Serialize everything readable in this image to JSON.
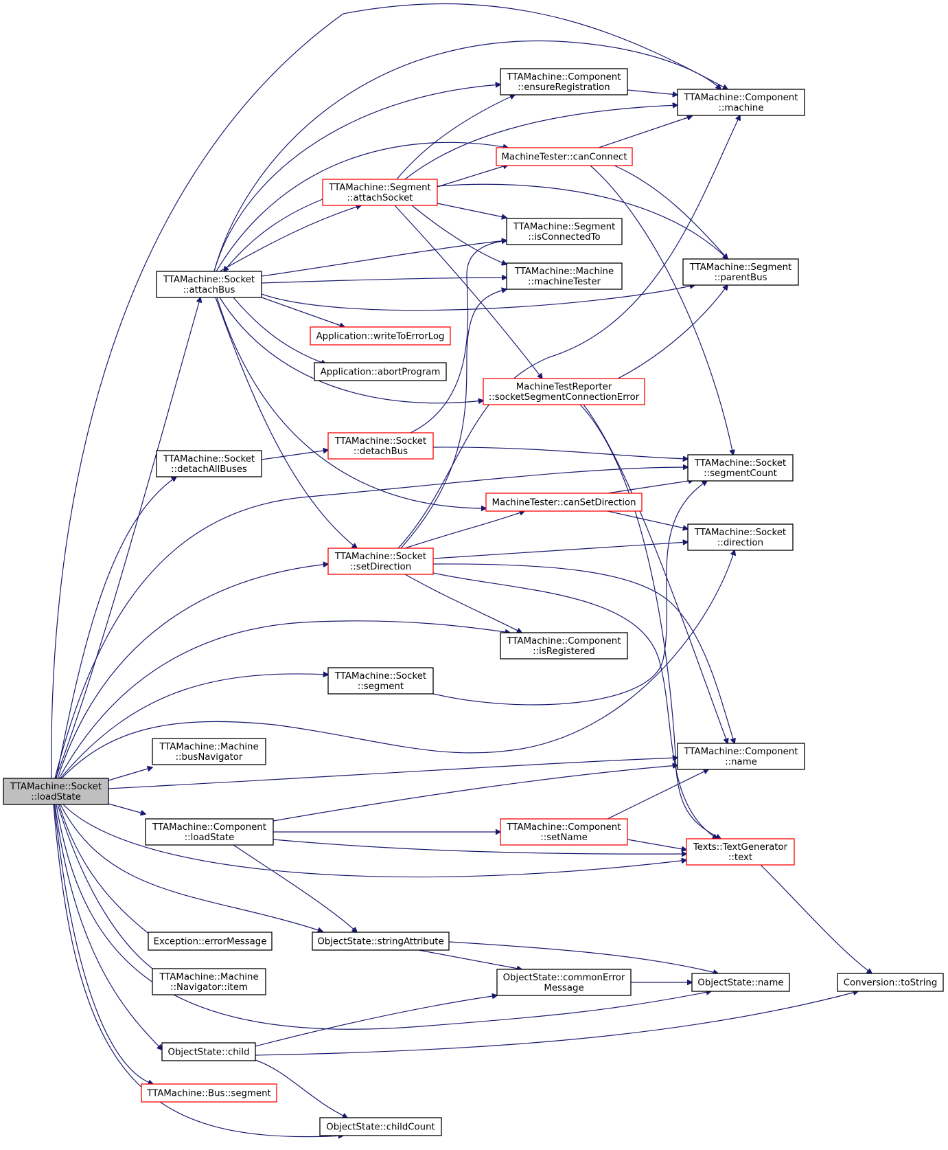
{
  "colors": {
    "edge": "#191970",
    "box_default": "#000000",
    "box_truncated": "#ff0000",
    "box_focus_fill": "#bfbfbf",
    "background": "#ffffff"
  },
  "nodes": {
    "loadState_socket": {
      "lines": [
        "TTAMachine::Socket",
        "::loadState"
      ],
      "style": "focus"
    },
    "attachBus": {
      "lines": [
        "TTAMachine::Socket",
        "::attachBus"
      ],
      "style": "normal"
    },
    "detachAllBuses": {
      "lines": [
        "TTAMachine::Socket",
        "::detachAllBuses"
      ],
      "style": "normal"
    },
    "busNavigator": {
      "lines": [
        "TTAMachine::Machine",
        "::busNavigator"
      ],
      "style": "normal"
    },
    "loadState_component": {
      "lines": [
        "TTAMachine::Component",
        "::loadState"
      ],
      "style": "normal"
    },
    "errorMessage": {
      "lines": [
        "Exception::errorMessage"
      ],
      "style": "normal"
    },
    "navigatorItem": {
      "lines": [
        "TTAMachine::Machine",
        "::Navigator::item"
      ],
      "style": "normal"
    },
    "child": {
      "lines": [
        "ObjectState::child"
      ],
      "style": "normal"
    },
    "busSegment": {
      "lines": [
        "TTAMachine::Bus::segment"
      ],
      "style": "truncated"
    },
    "attachSocket": {
      "lines": [
        "TTAMachine::Segment",
        "::attachSocket"
      ],
      "style": "truncated"
    },
    "writeToErrorLog": {
      "lines": [
        "Application::writeToErrorLog"
      ],
      "style": "truncated"
    },
    "abortProgram": {
      "lines": [
        "Application::abortProgram"
      ],
      "style": "normal"
    },
    "detachBus": {
      "lines": [
        "TTAMachine::Socket",
        "::detachBus"
      ],
      "style": "truncated"
    },
    "setDirection": {
      "lines": [
        "TTAMachine::Socket",
        "::setDirection"
      ],
      "style": "truncated"
    },
    "socketSegmentTop": {
      "lines": [
        "TTAMachine::Socket",
        "::segment"
      ],
      "style": "normal"
    },
    "stringAttribute": {
      "lines": [
        "ObjectState::stringAttribute"
      ],
      "style": "normal"
    },
    "childCount": {
      "lines": [
        "ObjectState::childCount"
      ],
      "style": "normal"
    },
    "ensureRegistration": {
      "lines": [
        "TTAMachine::Component",
        "::ensureRegistration"
      ],
      "style": "normal"
    },
    "canConnect": {
      "lines": [
        "MachineTester::canConnect"
      ],
      "style": "truncated"
    },
    "isConnectedTo": {
      "lines": [
        "TTAMachine::Segment",
        "::isConnectedTo"
      ],
      "style": "normal"
    },
    "machineTester": {
      "lines": [
        "TTAMachine::Machine",
        "::machineTester"
      ],
      "style": "normal"
    },
    "socketSegmentConnectionError": {
      "lines": [
        "MachineTestReporter",
        "::socketSegmentConnectionError"
      ],
      "style": "truncated"
    },
    "canSetDirection": {
      "lines": [
        "MachineTester::canSetDirection"
      ],
      "style": "truncated"
    },
    "isRegistered": {
      "lines": [
        "TTAMachine::Component",
        "::isRegistered"
      ],
      "style": "normal"
    },
    "setName": {
      "lines": [
        "TTAMachine::Component",
        "::setName"
      ],
      "style": "truncated"
    },
    "commonErrorMessage": {
      "lines": [
        "ObjectState::commonError",
        "Message"
      ],
      "style": "normal"
    },
    "componentMachine": {
      "lines": [
        "TTAMachine::Component",
        "::machine"
      ],
      "style": "normal"
    },
    "parentBus": {
      "lines": [
        "TTAMachine::Segment",
        "::parentBus"
      ],
      "style": "normal"
    },
    "segmentCount": {
      "lines": [
        "TTAMachine::Socket",
        "::segmentCount"
      ],
      "style": "normal"
    },
    "direction": {
      "lines": [
        "TTAMachine::Socket",
        "::direction"
      ],
      "style": "normal"
    },
    "componentName": {
      "lines": [
        "TTAMachine::Component",
        "::name"
      ],
      "style": "normal"
    },
    "textGenerator": {
      "lines": [
        "Texts::TextGenerator",
        "::text"
      ],
      "style": "truncated"
    },
    "objectStateName": {
      "lines": [
        "ObjectState::name"
      ],
      "style": "normal"
    },
    "toString": {
      "lines": [
        "Conversion::toString"
      ],
      "style": "normal"
    }
  },
  "edges": [
    [
      "loadState_socket",
      "attachBus"
    ],
    [
      "loadState_socket",
      "detachAllBuses"
    ],
    [
      "loadState_socket",
      "setDirection"
    ],
    [
      "loadState_socket",
      "isRegistered"
    ],
    [
      "loadState_socket",
      "socketSegmentTop"
    ],
    [
      "loadState_socket",
      "direction"
    ],
    [
      "loadState_socket",
      "segmentCount"
    ],
    [
      "loadState_socket",
      "componentMachine"
    ],
    [
      "loadState_socket",
      "busNavigator"
    ],
    [
      "loadState_socket",
      "componentName"
    ],
    [
      "loadState_socket",
      "loadState_component"
    ],
    [
      "loadState_socket",
      "textGenerator"
    ],
    [
      "loadState_socket",
      "stringAttribute"
    ],
    [
      "loadState_socket",
      "errorMessage"
    ],
    [
      "loadState_socket",
      "navigatorItem"
    ],
    [
      "loadState_socket",
      "objectStateName"
    ],
    [
      "loadState_socket",
      "child"
    ],
    [
      "loadState_socket",
      "busSegment"
    ],
    [
      "loadState_socket",
      "childCount"
    ],
    [
      "attachBus",
      "componentMachine"
    ],
    [
      "attachBus",
      "ensureRegistration"
    ],
    [
      "attachBus",
      "canConnect"
    ],
    [
      "attachBus",
      "attachSocket"
    ],
    [
      "attachBus",
      "isConnectedTo"
    ],
    [
      "attachBus",
      "machineTester"
    ],
    [
      "attachBus",
      "parentBus"
    ],
    [
      "attachBus",
      "writeToErrorLog"
    ],
    [
      "attachBus",
      "abortProgram"
    ],
    [
      "attachBus",
      "socketSegmentConnectionError"
    ],
    [
      "attachBus",
      "canSetDirection"
    ],
    [
      "attachBus",
      "setDirection"
    ],
    [
      "attachSocket",
      "attachBus"
    ],
    [
      "attachSocket",
      "ensureRegistration"
    ],
    [
      "attachSocket",
      "componentMachine"
    ],
    [
      "attachSocket",
      "canConnect"
    ],
    [
      "attachSocket",
      "isConnectedTo"
    ],
    [
      "attachSocket",
      "machineTester"
    ],
    [
      "attachSocket",
      "parentBus"
    ],
    [
      "attachSocket",
      "socketSegmentConnectionError"
    ],
    [
      "ensureRegistration",
      "componentMachine"
    ],
    [
      "canConnect",
      "componentMachine"
    ],
    [
      "canConnect",
      "parentBus"
    ],
    [
      "canConnect",
      "segmentCount"
    ],
    [
      "socketSegmentConnectionError",
      "parentBus"
    ],
    [
      "socketSegmentConnectionError",
      "componentName"
    ],
    [
      "socketSegmentConnectionError",
      "textGenerator"
    ],
    [
      "detachAllBuses",
      "detachBus"
    ],
    [
      "detachBus",
      "segmentCount"
    ],
    [
      "detachBus",
      "isConnectedTo"
    ],
    [
      "setDirection",
      "componentMachine"
    ],
    [
      "setDirection",
      "machineTester"
    ],
    [
      "setDirection",
      "canSetDirection"
    ],
    [
      "setDirection",
      "direction"
    ],
    [
      "setDirection",
      "isRegistered"
    ],
    [
      "setDirection",
      "componentName"
    ],
    [
      "setDirection",
      "textGenerator"
    ],
    [
      "canSetDirection",
      "segmentCount"
    ],
    [
      "canSetDirection",
      "direction"
    ],
    [
      "socketSegmentTop",
      "segmentCount"
    ],
    [
      "loadState_component",
      "componentName"
    ],
    [
      "loadState_component",
      "setName"
    ],
    [
      "loadState_component",
      "textGenerator"
    ],
    [
      "loadState_component",
      "stringAttribute"
    ],
    [
      "setName",
      "componentName"
    ],
    [
      "setName",
      "textGenerator"
    ],
    [
      "textGenerator",
      "toString"
    ],
    [
      "stringAttribute",
      "commonErrorMessage"
    ],
    [
      "stringAttribute",
      "objectStateName"
    ],
    [
      "commonErrorMessage",
      "objectStateName"
    ],
    [
      "child",
      "commonErrorMessage"
    ],
    [
      "child",
      "toString"
    ],
    [
      "child",
      "childCount"
    ]
  ]
}
